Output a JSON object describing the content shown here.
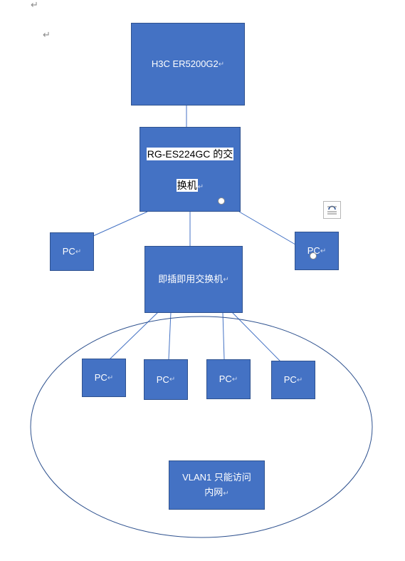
{
  "paragraph_mark": "↵",
  "nodes": {
    "router": {
      "label": "H3C ER5200G2"
    },
    "core_switch": {
      "label_line1": "RG-ES224GC 的交",
      "label_line2": "换机"
    },
    "pc_left": {
      "label": "PC"
    },
    "pc_right": {
      "label": "PC"
    },
    "plug_switch": {
      "label": "即插即用交换机"
    },
    "pc_1": {
      "label": "PC"
    },
    "pc_2": {
      "label": "PC"
    },
    "pc_3": {
      "label": "PC"
    },
    "pc_4": {
      "label": "PC"
    },
    "vlan_note": {
      "label_line1": "VLAN1 只能访问",
      "label_line2": "内网"
    }
  },
  "icons": {
    "layout_options": "layout-options-icon",
    "resize_handle": "resize-handle-icon"
  },
  "colors": {
    "box_fill": "#4472c4",
    "box_border": "#2f528f",
    "connector": "#4472c4",
    "box_text": "#ffffff"
  }
}
